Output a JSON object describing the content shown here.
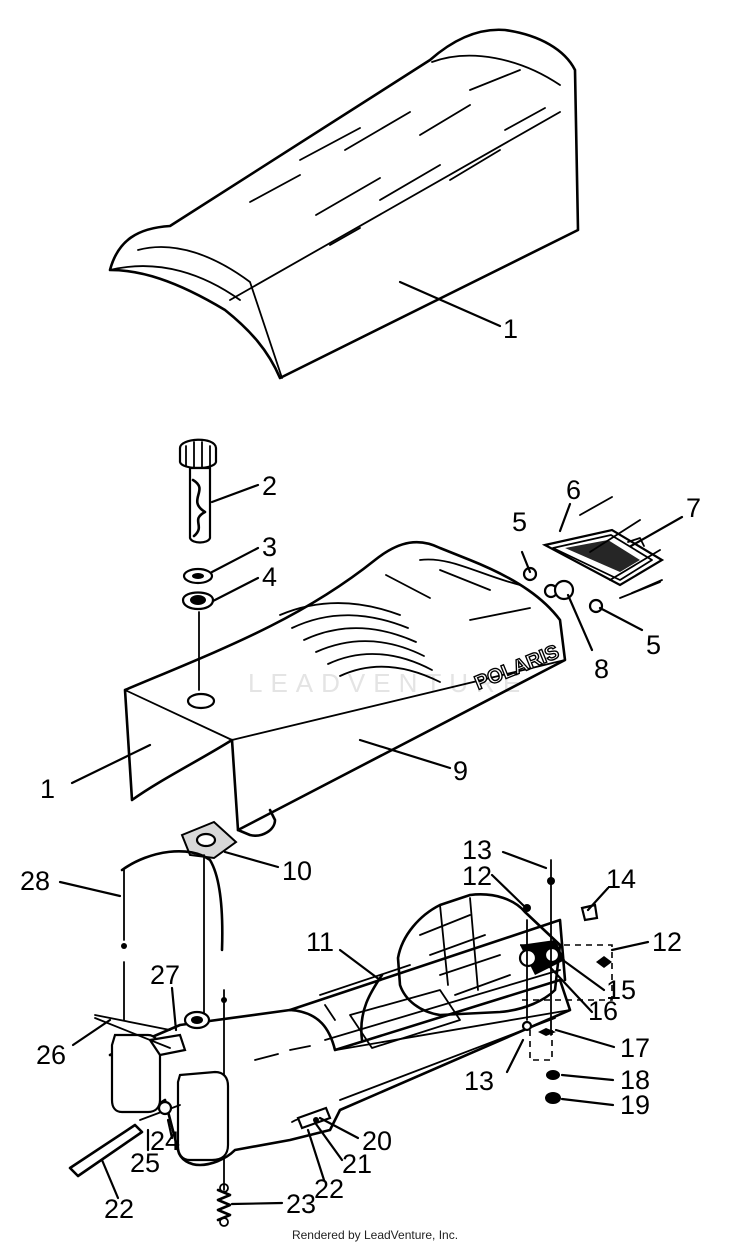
{
  "watermark": "LEADVENTURE",
  "logo_text": "POLARIS",
  "credit": "Rendered by LeadVenture, Inc.",
  "callouts": [
    {
      "id": "c1-top",
      "text": "1"
    },
    {
      "id": "c2",
      "text": "2"
    },
    {
      "id": "c3",
      "text": "3"
    },
    {
      "id": "c4",
      "text": "4"
    },
    {
      "id": "c5-upper",
      "text": "5"
    },
    {
      "id": "c6",
      "text": "6"
    },
    {
      "id": "c7",
      "text": "7"
    },
    {
      "id": "c5-lower",
      "text": "5"
    },
    {
      "id": "c8",
      "text": "8"
    },
    {
      "id": "c1-mid",
      "text": "1"
    },
    {
      "id": "c9",
      "text": "9"
    },
    {
      "id": "c10",
      "text": "10"
    },
    {
      "id": "c28",
      "text": "28"
    },
    {
      "id": "c13-upper",
      "text": "13"
    },
    {
      "id": "c12-upper",
      "text": "12"
    },
    {
      "id": "c14",
      "text": "14"
    },
    {
      "id": "c12-right",
      "text": "12"
    },
    {
      "id": "c11",
      "text": "11"
    },
    {
      "id": "c27",
      "text": "27"
    },
    {
      "id": "c15",
      "text": "15"
    },
    {
      "id": "c16",
      "text": "16"
    },
    {
      "id": "c26",
      "text": "26"
    },
    {
      "id": "c17",
      "text": "17"
    },
    {
      "id": "c13-lower",
      "text": "13"
    },
    {
      "id": "c18",
      "text": "18"
    },
    {
      "id": "c19",
      "text": "19"
    },
    {
      "id": "c20",
      "text": "20"
    },
    {
      "id": "c24",
      "text": "24"
    },
    {
      "id": "c21",
      "text": "21"
    },
    {
      "id": "c25",
      "text": "25"
    },
    {
      "id": "c22-right",
      "text": "22"
    },
    {
      "id": "c22-left",
      "text": "22"
    },
    {
      "id": "c23",
      "text": "23"
    }
  ]
}
